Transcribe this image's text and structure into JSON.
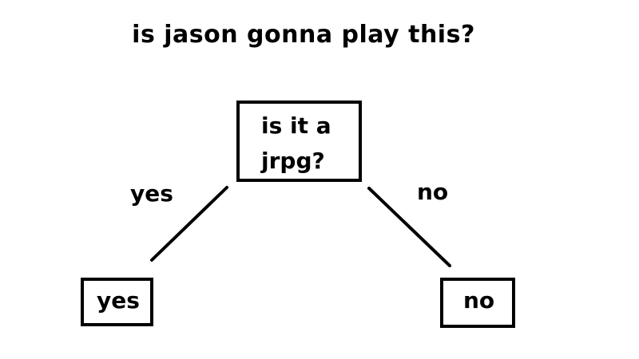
{
  "title": "is jason gonna play this?",
  "root_node": {
    "lines": [
      "is it a",
      "jrpg?"
    ]
  },
  "edges": {
    "left_label": "yes",
    "right_label": "no"
  },
  "leaves": {
    "left": "yes",
    "right": "no"
  }
}
